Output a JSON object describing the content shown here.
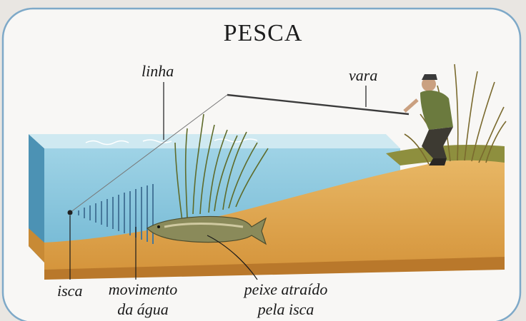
{
  "diagram": {
    "title": "PESCA",
    "labels": {
      "linha": "linha",
      "vara": "vara",
      "isca": "isca",
      "movimento_line1": "movimento",
      "movimento_line2": "da água",
      "peixe_line1": "peixe atraído",
      "peixe_line2": "pela isca"
    }
  }
}
